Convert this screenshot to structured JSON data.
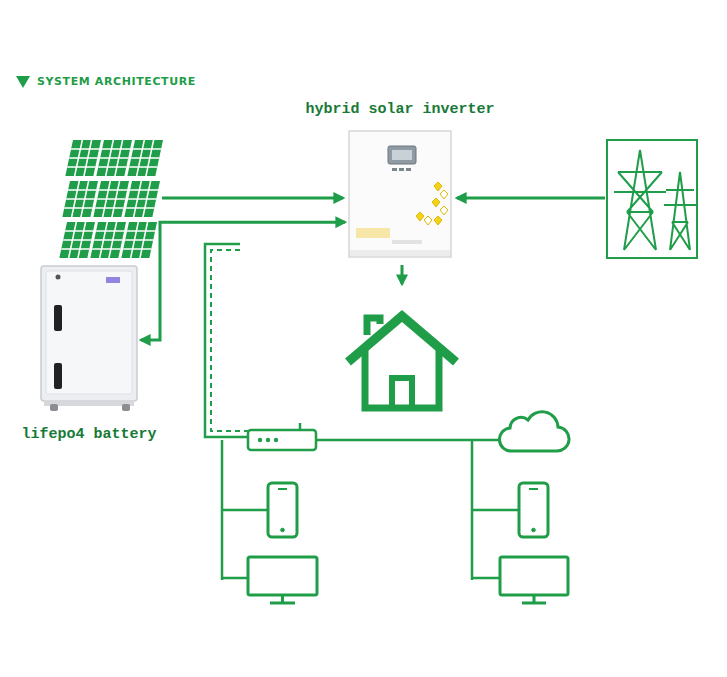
{
  "diagram": {
    "title": "SYSTEM ARCHITECTURE",
    "nodes": [
      {
        "text": [
          "hybrid solar inverter"
        ]
      },
      {
        "text": [
          "lifepo4 battery"
        ]
      }
    ],
    "edges": [
      {
        "from": 0,
        "to": 1,
        "arrow": "both"
      }
    ]
  }
}
